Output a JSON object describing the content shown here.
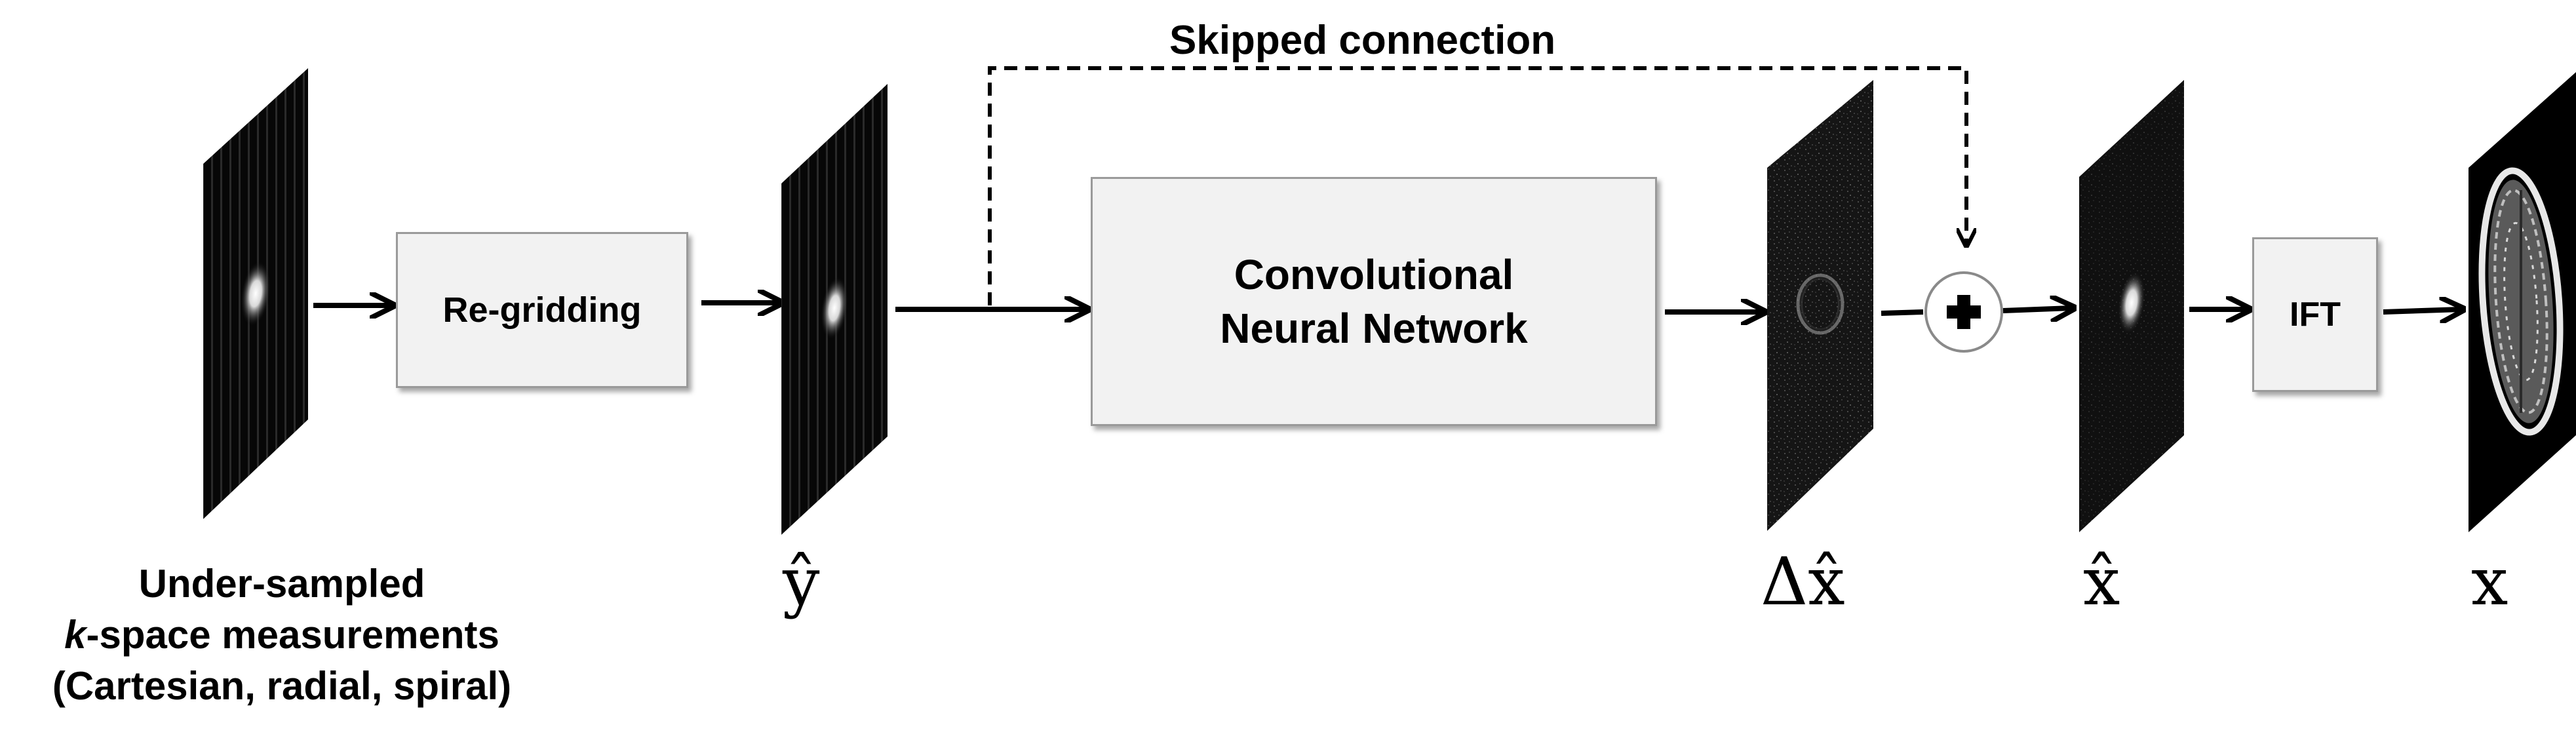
{
  "blocks": {
    "regridding": "Re-gridding",
    "cnn_line1": "Convolutional",
    "cnn_line2": "Neural Network",
    "ift": "IFT"
  },
  "skip_connection_label": "Skipped connection",
  "input_caption": {
    "line1": "Under-sampled",
    "line2_italic": "k",
    "line2_rest": "-space measurements",
    "line3": "(Cartesian, radial, spiral)"
  },
  "symbols": {
    "y_hat": "ŷ",
    "delta_x_hat": "Δx̂",
    "x_hat": "x̂",
    "x": "x"
  },
  "colors": {
    "box_fill": "#f2f2f2",
    "box_border": "#9a9a9a",
    "arrow": "#000000",
    "image_dark": "#050505"
  }
}
